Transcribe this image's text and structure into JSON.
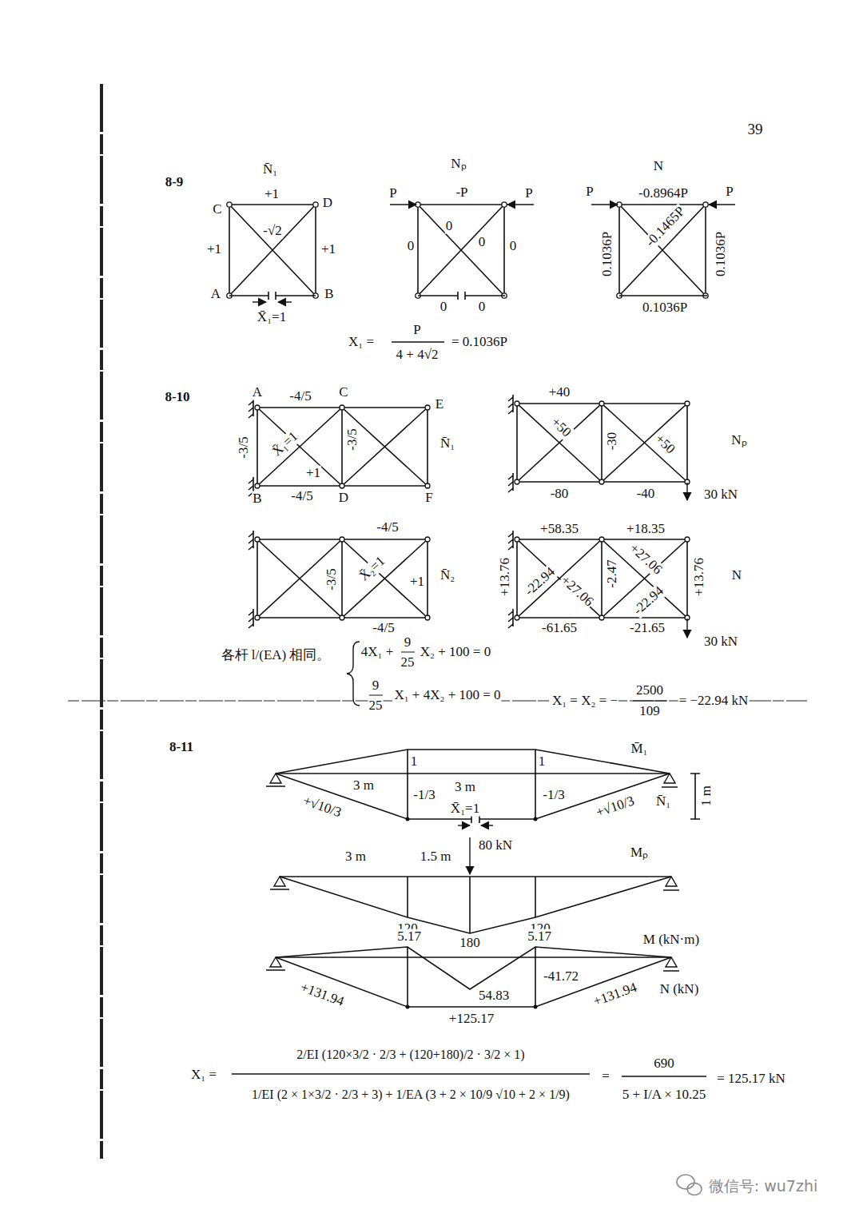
{
  "diagram": {
    "labels": [
      "39",
      "8-9",
      "N̄₁",
      "+1",
      "C",
      "D",
      "-√2",
      "+1",
      "+1",
      "A",
      "B",
      "X̄₁=1",
      "Nₚ",
      "P",
      "-P",
      "P",
      "0",
      "0",
      "0",
      "0",
      "0",
      "0",
      "N",
      "P",
      "-0.8964P",
      "P",
      "0.1036P",
      "-0.1465P",
      "0.1036P",
      "0.1036P",
      "X₁ =",
      "P",
      "4 + 4√2",
      "= 0.1036P",
      "8-10",
      "A",
      "-4/5",
      "C",
      "E",
      "-3/5",
      "X̄₁=1",
      "+1",
      "-3/5",
      "N̄₁",
      "B",
      "-4/5",
      "D",
      "F",
      "+40",
      "+50",
      "-30",
      "+50",
      "Nₚ",
      "-80",
      "-40",
      "30 kN",
      "-4/5",
      "-3/5",
      "X̄₂=1",
      "+1",
      "N̄₂",
      "-4/5",
      "+58.35",
      "+18.35",
      "+13.76",
      "-22.94",
      "+27.06",
      "-2.47",
      "+27.06",
      "-22.94",
      "+13.76",
      "N",
      "-61.65",
      "-21.65",
      "30 kN",
      "各杆 l/(EA) 相同。",
      "4X₁ +",
      "9",
      "25",
      "X₂ + 100 = 0",
      "9",
      "25",
      "X₁ + 4X₂ + 100 = 0",
      "X₁ = X₂ = −",
      "2500",
      "109",
      "= −22.94 kN",
      "8-11",
      "1",
      "1",
      "M̄₁",
      "3 m",
      "-1/3",
      "3 m",
      "-1/3",
      "X̄₁=1",
      "+√10/3",
      "+√10/3",
      "N̄₁",
      "1 m",
      "3 m",
      "1.5 m",
      "80 kN",
      "Mₚ",
      "120",
      "180",
      "120",
      "5.17",
      "5.17",
      "M (kN·m)",
      "-41.72",
      "54.83",
      "+131.94",
      "+125.17",
      "+131.94",
      "N (kN)",
      "2/EI (120×3/2 · 2/3 + (120+180)/2 · 3/2 × 1)",
      "X₁ =",
      "1/EI (2 × 1×3/2 · 2/3 + 3) + 1/EA (3 + 2 × 10/9 √10 + 2 × 1/9)",
      "=",
      "690",
      "5 + I/A × 10.25",
      "= 125.17 kN",
      "微信号: wu7zhi"
    ]
  }
}
